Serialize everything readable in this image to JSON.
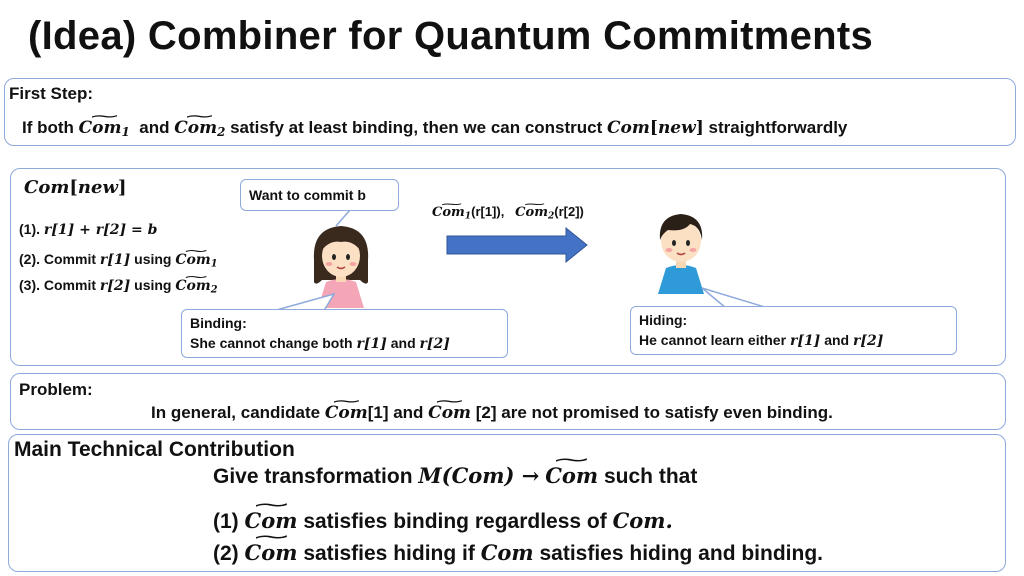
{
  "title": "(Idea) Combiner for Quantum Commitments",
  "first_step": {
    "heading": "First Step:",
    "line_prefix": "If both",
    "com1": "Com",
    "com1_sub": "1",
    "and1": "and",
    "com2": "Com",
    "com2_sub": "2",
    "line_middle": "satisfy at least binding, then we can construct",
    "new_com": "Com",
    "new_label": "[new]",
    "line_suffix": "straightforwardly"
  },
  "construction": {
    "header_com": "Com",
    "header_new": "[new]",
    "step1_label": "(1).",
    "step1_math": "r[1] + r[2] = b",
    "step2_label": "(2). Commit",
    "step2_r": "r[1]",
    "step2_using": "using",
    "step2_com": "Com",
    "step2_sub": "1",
    "step3_label": "(3). Commit",
    "step3_r": "r[2]",
    "step3_using": "using",
    "step3_com": "Com",
    "step3_sub": "2",
    "commit_callout": "Want to commit b",
    "message_com1": "Com",
    "message_sub1": "1",
    "message_arg1": "(r[1]),",
    "message_com2": "Com",
    "message_sub2": "2",
    "message_arg2": "(r[2])",
    "binding_heading": "Binding:",
    "binding_text": "She cannot change both",
    "binding_r1": "r[1]",
    "binding_and": "and",
    "binding_r2": "r[2]",
    "hiding_heading": "Hiding:",
    "hiding_text": "He cannot learn either",
    "hiding_r1": "r[1]",
    "hiding_and": "and",
    "hiding_r2": "r[2]"
  },
  "problem": {
    "heading": "Problem:",
    "text_prefix": "In general, candidate",
    "com_a": "Com",
    "idx_a": "[1] and",
    "com_b": "Com",
    "text_suffix": "[2] are not promised to satisfy even binding."
  },
  "contribution": {
    "heading": "Main Technical Contribution",
    "give": "Give transformation",
    "transform": "M(Com) →",
    "transform_com": "Com",
    "such_that": "such that",
    "item1_label": "(1)",
    "item1_com": "Com",
    "item1_text": "satisfies binding regardless of",
    "item1_com2": "Com.",
    "item2_label": "(2)",
    "item2_com": "Com",
    "item2_text": "satisfies hiding if",
    "item2_com2": "Com",
    "item2_suffix": "satisfies hiding and binding."
  },
  "colors": {
    "box_border": "#8eaadb",
    "arrow_fill": "#4472c4",
    "girl_shirt": "#f4a6b7",
    "boy_shirt": "#2e9ad8"
  },
  "icons": {
    "girl": "girl-avatar-icon",
    "boy": "boy-avatar-icon",
    "arrow": "right-arrow-icon"
  }
}
